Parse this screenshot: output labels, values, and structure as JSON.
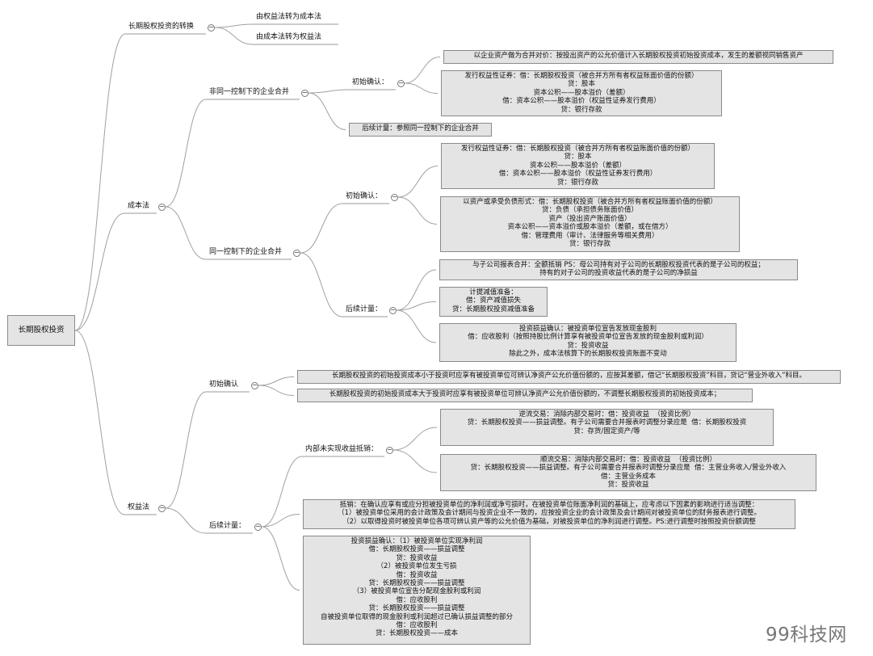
{
  "toggle_symbol": "−",
  "watermark": "99科技网",
  "nodes": {
    "root": "长期股权投资",
    "conversion": "长期股权投资的转换",
    "conv_equity_to_cost": "由权益法转为成本法",
    "conv_cost_to_equity": "由成本法转为权益法",
    "cost_method": "成本法",
    "non_same_control": "非同一控制下的企业合并",
    "nsc_initial": "初始确认：",
    "nsc_initial_asset": "以企业资产做为合并对价：按投出资产的公允价值计入长期股权投资初始投资成本，发生的差额视同销售资产",
    "nsc_initial_equity": "发行权益性证券：借：长期股权投资（被合并方所有者权益账面价值的份额）\n贷：股本\n资本公积——股本溢价（差额）\n借：资本公积——股本溢价（权益性证券发行费用）\n贷：银行存款",
    "nsc_subsequent": "后续计量：参照同一控制下的企业合并",
    "same_control": "同一控制下的企业合并",
    "sc_initial": "初始确认：",
    "sc_initial_equity": "发行权益性证券：借：长期股权投资（被合并方所有者权益账面价值的份额）\n贷：股本\n资本公积——股本溢价（差额）\n借：资本公积——股本溢价（权益性证券发行费用）\n贷：银行存款",
    "sc_initial_asset": "以资产或承受负债形式：借：长期股权投资（被合并方所有者权益账面价值的份额）\n贷：负债（承担债务账面价值）\n资产（投出资产账面价值）\n资本公积——资本溢价或股本溢价（差额，或在借方）\n借：管理费用（审计、法律服务等相关费用）\n贷：银行存款",
    "sc_subsequent": "后续计量：",
    "sc_sub_report": "与子公司报表合并：全额抵销 PS：母公司持有对子公司的长期股权投资代表的是子公司的权益；\n持有的对子公司的投资收益代表的是子公司的净损益",
    "sc_sub_impairment": "计提减值准备：\n借：资产减值损失\n贷：长期股权投资减值准备",
    "sc_sub_dividend": "投资损益确认：被投资单位宣告发放现金股利\n借：应收股利（按照持股比例计算享有被投资单位宣告发放的现金股利或利润）\n贷：投资收益\n除此之外，成本法核算下的长期股权投资账面不变动",
    "equity_method": "权益法",
    "eq_initial": "初始确认",
    "eq_initial_less": "长期股权投资的初始投资成本小于投资时应享有被投资单位可辨认净资产公允价值份额的，应按其差额，借记“长期股权投资”科目，贷记“营业外收入”科目。",
    "eq_initial_more": "长期股权投资的初始投资成本大于投资时应享有被投资单位可辨认净资产公允价值份额的，不调整长期股权投资的初始投资成本；",
    "eq_subsequent": "后续计量：",
    "eq_unrealized": "内部未实现收益抵销：",
    "eq_unrealized_reverse": "逆流交易：消除内部交易时：借：投资收益  （投资比例）\n贷：长期股权投资——损益调整。有子公司需要合并报表时调整分录应是  借：长期股权投资\n贷：存货/固定资产/等",
    "eq_unrealized_forward": "顺流交易：消除内部交易时：借：投资收益  （投资比例）\n贷：长期股权投资——损益调整。有子公司需要合并报表时调整分录应是  借：主营业务收入/营业外收入\n借：主营业务成本\n贷：投资收益",
    "eq_offset_text": "抵销：在确认应享有或应分担被投资单位的净利润或净亏损时，在被投资单位账面净利润的基础上，应考虑以下因素的影响进行适当调整：\n（1）被投资单位采用的会计政策及会计期间与投资企业不一致的，应按投资企业的会计政策及会计期间对被投资单位的财务报表进行调整。\n（2）以取得投资时被投资单位各项可辨认资产等的公允价值为基础，对被投资单位的净利润进行调整。PS:进行调整时按照投资份额调整",
    "eq_income_text": "投资损益确认：（1）被投资单位实现净利润\n借：长期股权投资——损益调整\n贷：投资收益\n（2）被投资单位发生亏损\n借：投资收益\n贷：长期股权投资——损益调整\n（3）被投资单位宣告分配现金股利或利润\n借：应收股利\n贷：长期股权投资——损益调整\n自被投资单位取得的现金股利或利润超过已确认损益调整的部分\n借：应收股利\n贷：长期股权投资——成本"
  }
}
